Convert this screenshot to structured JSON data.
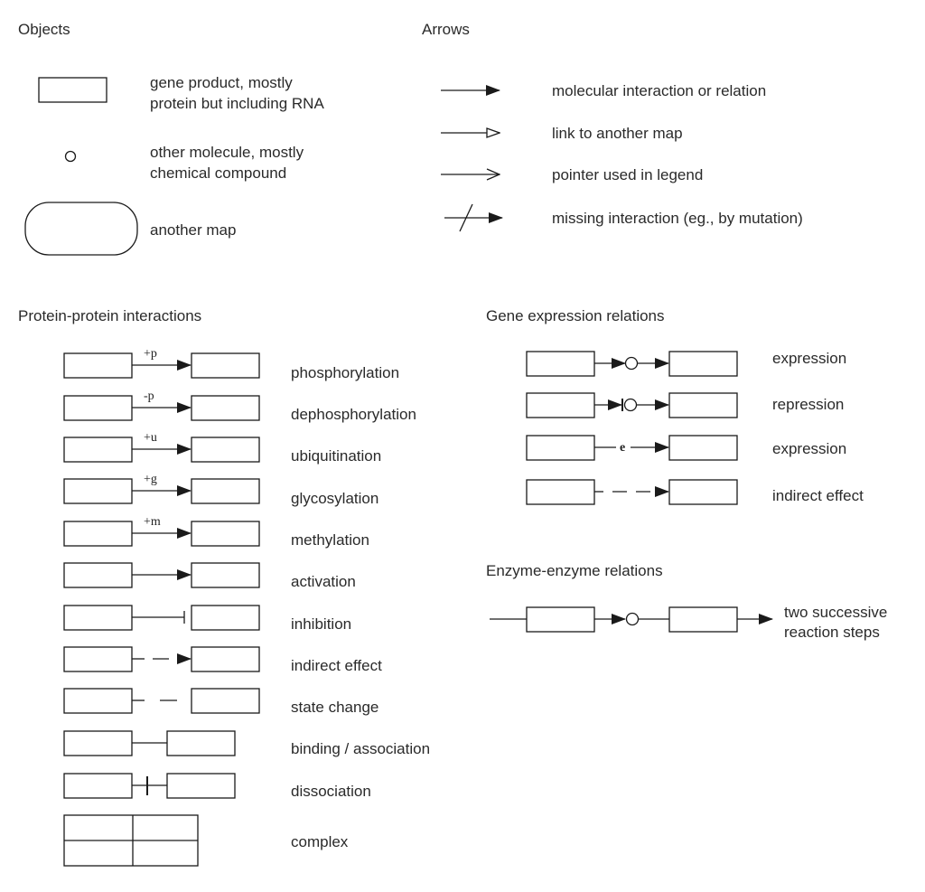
{
  "sections": {
    "objects": "Objects",
    "arrows": "Arrows",
    "ppi": "Protein-protein interactions",
    "gene_expr": "Gene expression relations",
    "enzyme": "Enzyme-enzyme relations"
  },
  "objects": {
    "gene_product_line1": "gene product, mostly",
    "gene_product_line2": "protein but including RNA",
    "other_molecule_line1": "other molecule, mostly",
    "other_molecule_line2": "chemical compound",
    "another_map": "another map"
  },
  "arrows": {
    "molecular": "molecular interaction or relation",
    "link": "link to another map",
    "pointer": "pointer used in legend",
    "missing": "missing interaction (eg., by mutation)"
  },
  "ppi": {
    "items": [
      {
        "label": "phosphorylation",
        "symbol": "+p"
      },
      {
        "label": "dephosphorylation",
        "symbol": "-p"
      },
      {
        "label": "ubiquitination",
        "symbol": "+u"
      },
      {
        "label": "glycosylation",
        "symbol": "+g"
      },
      {
        "label": "methylation",
        "symbol": "+m"
      },
      {
        "label": "activation",
        "symbol": ""
      },
      {
        "label": "inhibition",
        "symbol": ""
      },
      {
        "label": "indirect effect",
        "symbol": ""
      },
      {
        "label": "state change",
        "symbol": ""
      },
      {
        "label": "binding / association",
        "symbol": ""
      },
      {
        "label": "dissociation",
        "symbol": ""
      },
      {
        "label": "complex",
        "symbol": ""
      }
    ]
  },
  "gene_expr": {
    "items": [
      {
        "label": "expression"
      },
      {
        "label": "repression"
      },
      {
        "label": "expression",
        "symbol": "e"
      },
      {
        "label": "indirect effect"
      }
    ]
  },
  "enzyme": {
    "line1": "two successive",
    "line2": "reaction steps"
  },
  "colors": {
    "stroke": "#1a1a1a",
    "text": "#2a2a2a"
  }
}
